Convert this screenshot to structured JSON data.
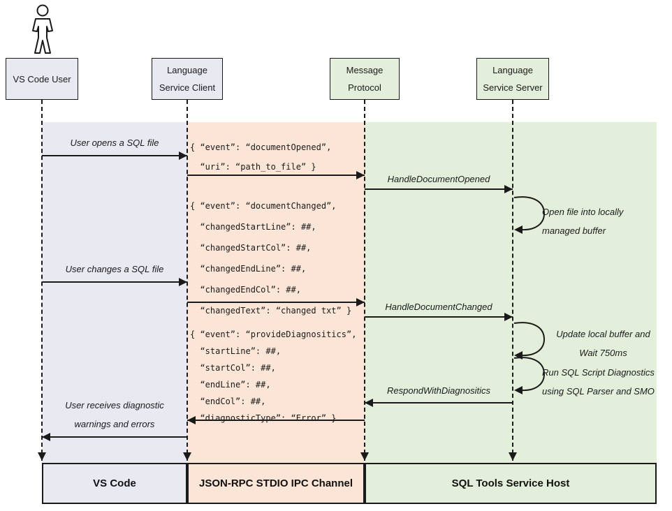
{
  "actors": {
    "user": {
      "line1": "VS Code User"
    },
    "client": {
      "line1": "Language",
      "line2": "Service Client"
    },
    "protocol": {
      "line1": "Message",
      "line2": "Protocol"
    },
    "server": {
      "line1": "Language",
      "line2": "Service Server"
    }
  },
  "messages": {
    "user_opens": "User opens a SQL file",
    "handle_opened": "HandleDocumentOpened",
    "user_changes": "User changes a SQL file",
    "handle_changed": "HandleDocumentChanged",
    "respond_diagnostics": "RespondWithDiagnositics",
    "user_receives_line1": "User receives diagnostic",
    "user_receives_line2": "warnings and errors"
  },
  "payloads": {
    "document_opened": {
      "l1": "{ “event”: “documentOpened”,",
      "l2": "  “uri”: “path_to_file” }"
    },
    "document_changed": {
      "l1": "{ “event”: “documentChanged”,",
      "l2": "  “changedStartLine”: ##,",
      "l3": "  “changedStartCol”: ##,",
      "l4": "  “changedEndLine”: ##,",
      "l5": "  “changedEndCol”: ##,",
      "l6": "  “changedText”: “changed txt” }"
    },
    "provide_diagnostics": {
      "l1": "{ “event”: “provideDiagnositics”,",
      "l2": "  “startLine”: ##,",
      "l3": "  “startCol”: ##,",
      "l4": "  “endLine”: ##,",
      "l5": "  “endCol”: ##,",
      "l6": "  “diagnosticType”: “Error” }"
    }
  },
  "notes": {
    "open_buffer": {
      "l1": "Open file into locally",
      "l2": "managed buffer"
    },
    "update_buffer": {
      "l1": "Update local buffer and",
      "l2": "Wait 750ms"
    },
    "run_diagnostics": {
      "l1": "Run SQL Script Diagnostics",
      "l2": "using SQL Parser and SMO"
    }
  },
  "footer": {
    "vscode": "VS Code",
    "ipc_channel": "JSON-RPC STDIO IPC Channel",
    "service_host": "SQL Tools Service Host"
  },
  "colors": {
    "lavender": "#E9E9F2",
    "orange": "#FBE5D6",
    "green": "#E3EFDB",
    "line": "#1a1a1a"
  }
}
